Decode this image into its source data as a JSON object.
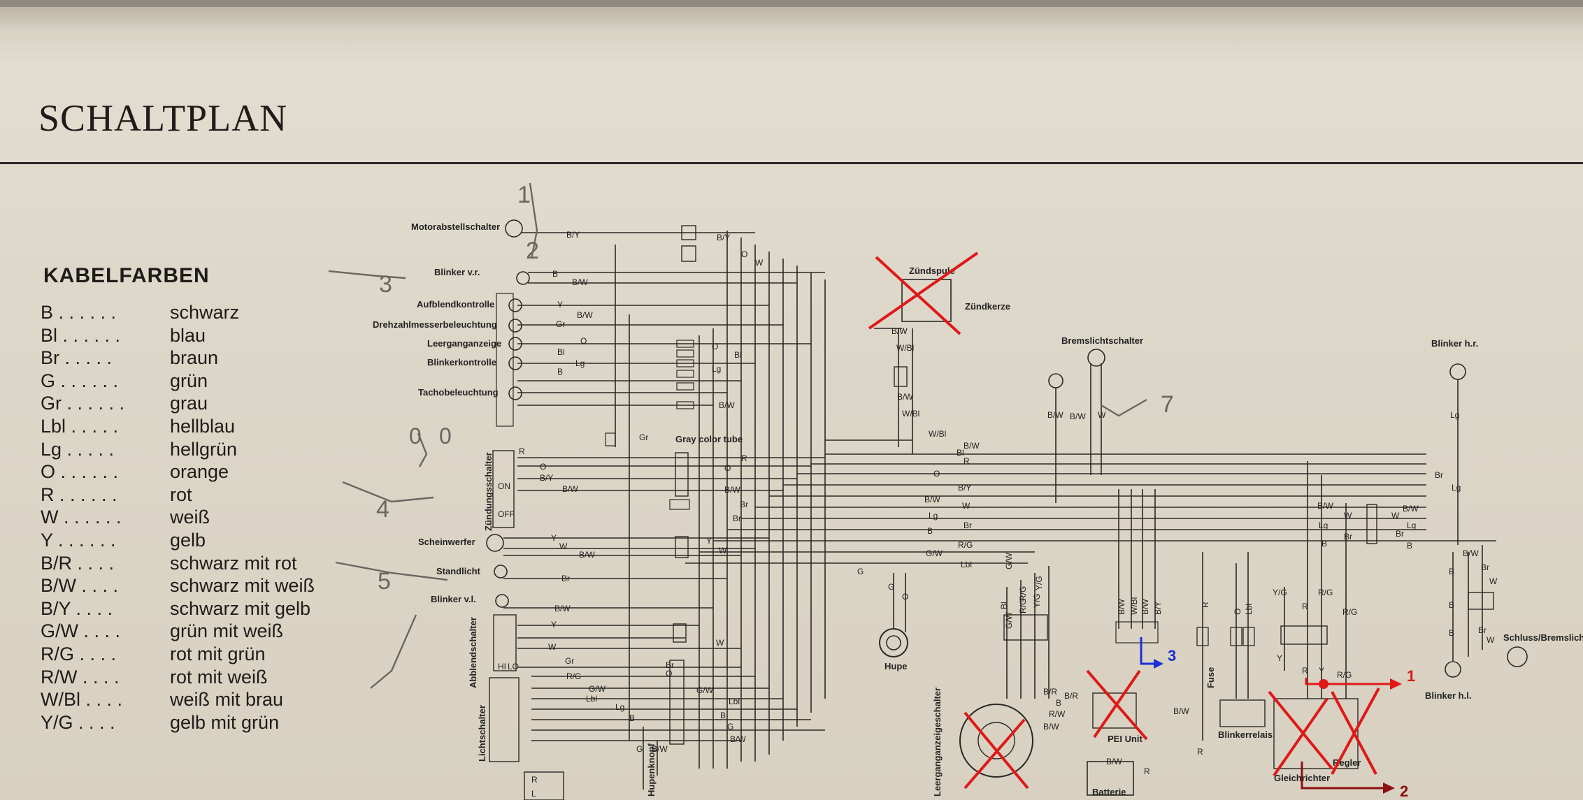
{
  "title": "SCHALTPLAN",
  "legend": {
    "heading": "KABELFARBEN",
    "items": [
      {
        "code": "B . . . . . .",
        "name": "schwarz"
      },
      {
        "code": "Bl . . . . . .",
        "name": "blau"
      },
      {
        "code": "Br . . . . .",
        "name": "braun"
      },
      {
        "code": "G . . . . . .",
        "name": "grün"
      },
      {
        "code": "Gr . . . . . .",
        "name": "grau"
      },
      {
        "code": "Lbl . . . . .",
        "name": "hellblau"
      },
      {
        "code": "Lg . . . . .",
        "name": "hellgrün"
      },
      {
        "code": "O . . . . . .",
        "name": "orange"
      },
      {
        "code": "R . . . . . .",
        "name": "rot"
      },
      {
        "code": "W . . . . . .",
        "name": "weiß"
      },
      {
        "code": "Y . . . . . .",
        "name": "gelb"
      },
      {
        "code": "B/R . . . .",
        "name": "schwarz mit rot"
      },
      {
        "code": "B/W . . . .",
        "name": "schwarz mit weiß"
      },
      {
        "code": "B/Y . . . .",
        "name": "schwarz mit gelb"
      },
      {
        "code": "G/W . . . .",
        "name": "grün mit weiß"
      },
      {
        "code": "R/G . . . .",
        "name": "rot mit grün"
      },
      {
        "code": "R/W . . . .",
        "name": "rot mit weiß"
      },
      {
        "code": "W/Bl . . . .",
        "name": "weiß mit brau"
      },
      {
        "code": "Y/G . . . .",
        "name": "gelb mit grün"
      }
    ]
  },
  "components": {
    "motorabstellschalter": "Motorabstellschalter",
    "blinker_vr": "Blinker v.r.",
    "aufblendkontrolle": "Aufblendkontrolle",
    "drehzahlmesser": "Drehzahlmesserbeleuchtung",
    "leerganganzeige": "Leerganganzeige",
    "blinkerkontrolle": "Blinkerkontrolle",
    "tachobeleuchtung": "Tachobeleuchtung",
    "zuendungsschalter": "Zündungsschalter",
    "scheinwerfer": "Scheinwerfer",
    "standlicht": "Standlicht",
    "blinker_vl": "Blinker v.l.",
    "abblendschalter": "Abblendschalter",
    "lichtschalter": "Lichtschalter",
    "hupenknopf": "Hupenknopf",
    "gray_color_tube": "Gray color tube",
    "zuendspule": "Zündspule",
    "zuendkerze": "Zündkerze",
    "bremslichtschalter": "Bremslichtschalter",
    "blinker_hr": "Blinker h.r.",
    "blinker_hl": "Blinker h.l.",
    "schluss_bremslicht": "Schluss/Bremslich",
    "hupe": "Hupe",
    "leerganganzeigeschalter": "Leerganganzeigeschalter",
    "pei_unit": "PEI Unit",
    "batterie": "Batterie",
    "fuse": "Fuse",
    "blinkerrelais": "Blinkerrelais",
    "gleichrichter": "Gleichrichter",
    "regler": "Regler"
  },
  "switch_labels": {
    "on": "ON",
    "off": "OFF",
    "hi": "HI",
    "lo": "LO",
    "r": "R",
    "l": "L"
  },
  "wire_labels": [
    "B/Y",
    "B",
    "B/W",
    "Y",
    "Gr",
    "O",
    "Bl",
    "Lg",
    "R",
    "W",
    "Br",
    "G/W",
    "Lbl",
    "G",
    "R/G",
    "W/Bl",
    "Y/G",
    "R/W",
    "B/R"
  ],
  "annotations": {
    "pencil": [
      "1",
      "2",
      "3",
      "4",
      "5",
      "7",
      "0",
      "0"
    ],
    "markers": [
      {
        "label": "1",
        "color": "#d81b1b"
      },
      {
        "label": "2",
        "color": "#8b1010"
      },
      {
        "label": "3",
        "color": "#1a2fd6"
      }
    ]
  },
  "colors": {
    "wire": "#2b2926",
    "red_mark": "#e01818",
    "blue_mark": "#1a2fd6",
    "paper": "#ddd7c9"
  }
}
